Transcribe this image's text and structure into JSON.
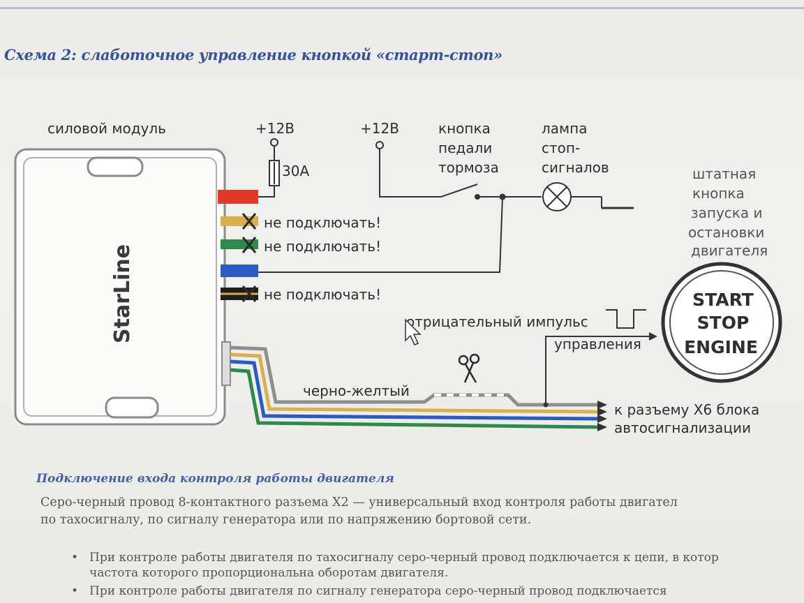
{
  "heading": "Схема 2: слаботочное управление кнопкой «старт-стоп»",
  "module": {
    "title": "силовой модуль",
    "brand": "StarLine"
  },
  "power": {
    "plus12_left": "+12В",
    "fuse_rating": "30А",
    "plus12_right": "+12В"
  },
  "brake_button": {
    "line1": "кнопка",
    "line2": "педали",
    "line3": "тормоза"
  },
  "lamp": {
    "line1": "лампа",
    "line2": "стоп-",
    "line3": "сигналов"
  },
  "stock_button": {
    "line1": "штатная",
    "line2": "кнопка",
    "line3": "запуска и",
    "line4": "остановки",
    "line5": "двигателя",
    "face1": "START",
    "face2": "STOP",
    "face3": "ENGINE"
  },
  "wires": [
    {
      "name": "red",
      "color": "#e23a2a",
      "note": ""
    },
    {
      "name": "yellow",
      "color": "#d9b04a",
      "note": "не подключать!"
    },
    {
      "name": "green",
      "color": "#2e8a4a",
      "note": "не подключать!"
    },
    {
      "name": "blue",
      "color": "#2a5bc4",
      "note": ""
    },
    {
      "name": "black-yellow",
      "color": "#1e1e1e",
      "note": "не подключать!"
    }
  ],
  "pulse": {
    "line1": "отрицательный импульс",
    "line2": "управления"
  },
  "harness": {
    "wire_label": "черно-желтый",
    "connector_line1": "к разъему Х6 блока",
    "connector_line2": "автосигнализации"
  },
  "colors": {
    "wire_gray": "#9a9a9a",
    "wire_yellow": "#d9b04a",
    "wire_blue": "#2a5bc4",
    "wire_green": "#2e8a4a",
    "heading": "#3a50a0"
  },
  "icons": [
    "scissors-icon",
    "fuse-icon",
    "lamp-icon",
    "switch-icon",
    "ground-icon",
    "mouse-cursor-icon"
  ],
  "section2": {
    "title": "Подключение входа контроля работы двигателя",
    "paragraph_line1": "Серо-черный провод 8-контактного разъема Х2 — универсальный вход контроля работы двигател",
    "paragraph_line2": "по тахосигналу, по сигналу генератора или по напряжению бортовой сети.",
    "bullet1_line1": "При контроле работы двигателя по тахосигналу серо-черный провод подключается к цепи, в котор",
    "bullet1_line2": "частота которого пропорциональна оборотам двигателя.",
    "bullet2_line1": "При контроле работы двигателя по сигналу генератора серо-черный провод подключается"
  }
}
